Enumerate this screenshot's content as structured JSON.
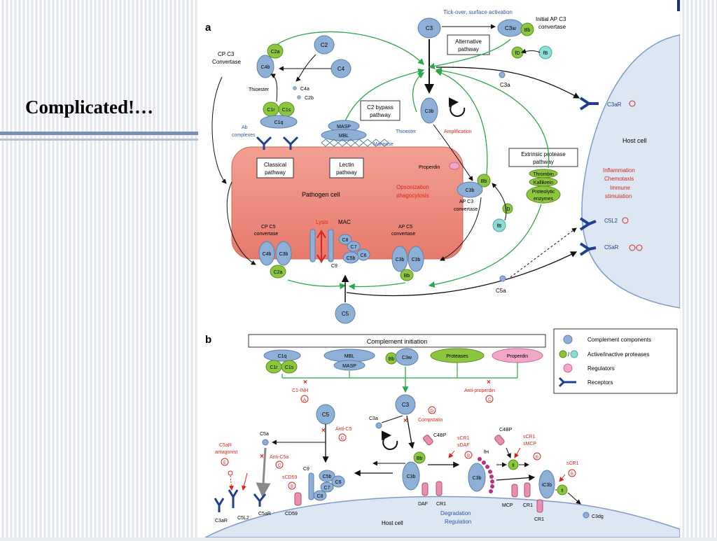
{
  "slide": {
    "title": "Complicated!…"
  },
  "panel_a": {
    "label": "a",
    "tickover": "Tick-over, surface activation",
    "initial_ap_c3_line1": "Initial AP C3",
    "initial_ap_c3_line2": "convertase",
    "alternative_pathway_line1": "Alternative",
    "alternative_pathway_line2": "pathway",
    "cp_c3_line1": "CP C3",
    "cp_c3_line2": "Convertase",
    "thioester_left": "Thioester",
    "c4a": "C4a",
    "c2b": "C2b",
    "ab_complexes_line1": "Ab",
    "ab_complexes_line2": "complexes",
    "c2_bypass_line1": "C2 bypass",
    "c2_bypass_line2": "pathway",
    "masp": "MASP",
    "mbl": "MBL",
    "mannose": "Mannose",
    "thioester_right": "Thioester",
    "amplification": "Amplification",
    "c3a": "C3a",
    "c3ar": "C3aR",
    "host_cell": "Host cell",
    "inflammation": "Inflammation",
    "chemotaxis": "Chemotaxis",
    "immune_line1": "Immune",
    "immune_line2": "stimulation",
    "classical_line1": "Classical",
    "classical_line2": "pathway",
    "lectin_line1": "Lectin",
    "lectin_line2": "pathway",
    "properdin": "Properdin",
    "pathogen_cell": "Pathogen cell",
    "opsonization_line1": "Opsonization",
    "opsonization_line2": "phagocytosis",
    "ap_c3_line1": "AP C3",
    "ap_c3_line2": "convertase",
    "extrinsic_line1": "Extrinsic protease",
    "extrinsic_line2": "pathway",
    "thrombin": "Thrombin",
    "kallikrein": "Kallikrein",
    "proteolytic_line1": "Proteolytic",
    "proteolytic_line2": "enzymes",
    "cp_c5_line1": "CP C5",
    "cp_c5_line2": "convertase",
    "lysis": "Lysis",
    "mac": "MAC",
    "ap_c5_line1": "AP C5",
    "ap_c5_line2": "convertase",
    "c5l2": "C5L2",
    "c5ar": "C5aR",
    "c5a": "C5a",
    "nodes": {
      "c3_top": "C3",
      "c3w": "C3w",
      "bb_top": "Bb",
      "fd_top": "fD",
      "fb_top": "fB",
      "c2a": "C2a",
      "c4b": "C4b",
      "c2": "C2",
      "c4": "C4",
      "c1r": "C1r",
      "c1s": "C1s",
      "c1q": "C1q",
      "c3b_mid": "C3b",
      "bb_ap": "Bb",
      "c3b_ap": "C3b",
      "fd_ap": "fD",
      "fb_ap": "fB",
      "c4b_c5": "C4b",
      "c3b_c5": "C3b",
      "c2a_c5": "C2a",
      "c8": "C8",
      "c7": "C7",
      "c6": "C6",
      "c5b": "C5b",
      "c9": "C9",
      "c3b_ap5a": "C3b",
      "c3b_ap5b": "C3b",
      "bb_ap5": "Bb",
      "c5": "C5"
    }
  },
  "panel_b": {
    "label": "b",
    "initiation": "Complement initiation",
    "c1q": "C1q",
    "c1r": "C1r",
    "c1s": "C1s",
    "mbl": "MBL",
    "masp": "MASP",
    "bb": "Bb",
    "c3w": "C3w",
    "proteases": "Proteases",
    "properdin": "Properdin",
    "c1inh": "C1-INH",
    "c1inh_tag": "A",
    "anti_properdin": "Anti-properdin",
    "anti_properdin_tag": "C",
    "c5": "C5",
    "anti_c5": "Anti-C5",
    "anti_c5_tag": "C",
    "c3": "C3",
    "c3a": "C3a",
    "compstatin": "Compstatin",
    "compstatin_tag": "D",
    "c5a": "C5a",
    "c5ar_antagonist_line1": "C5aR",
    "c5ar_antagonist_line2": "antagonist",
    "c5ar_antagonist_tag": "E",
    "anti_c5a": "Anti-C5a",
    "anti_c5a_tag": "C",
    "c4bp_left": "C4BP",
    "scr1_sdaf_line1": "sCR1",
    "scr1_sdaf_line2": "sDAF",
    "scr1_sdaf_tag": "B",
    "c4bp_right": "C4BP",
    "scr1_smcp_line1": "sCR1",
    "scr1_smcp_line2": "sMCP",
    "scr1_smcp_tag": "B",
    "fh": "fH",
    "fi_mid": "fI",
    "scr1_right": "sCR1",
    "scr1_right_tag": "B",
    "fi_right": "fI",
    "c9": "C9",
    "c5b": "C5b",
    "c6": "C6",
    "c7": "C7",
    "c8": "C8",
    "scd59": "sCD59",
    "scd59_tag": "B",
    "cd59": "CD59",
    "bb_mid": "Bb",
    "c3b_mid": "C3b",
    "daf": "DAF",
    "cr1_a": "CR1",
    "c3b_deg": "C3b",
    "mcp": "MCP",
    "cr1_b": "CR1",
    "ic3b": "iC3b",
    "cr1_c": "CR1",
    "c3dg": "C3dg",
    "degradation": "Degradation",
    "regulation": "Regulation",
    "host_cell": "Host cell",
    "c3ar": "C3aR",
    "c5l2": "C5L2",
    "c5ar": "C5aR"
  },
  "legend": {
    "complement": "Complement components",
    "proteases": "Active/inactive proteases",
    "regulators": "Regulators",
    "receptors": "Receptors"
  },
  "colors": {
    "component": "#8fb0d6",
    "protease": "#8cc63f",
    "regulator": "#f2a6c8",
    "receptor": "#1f3f8f",
    "pathogen": "#e8857a",
    "host": "#dde6f3"
  }
}
